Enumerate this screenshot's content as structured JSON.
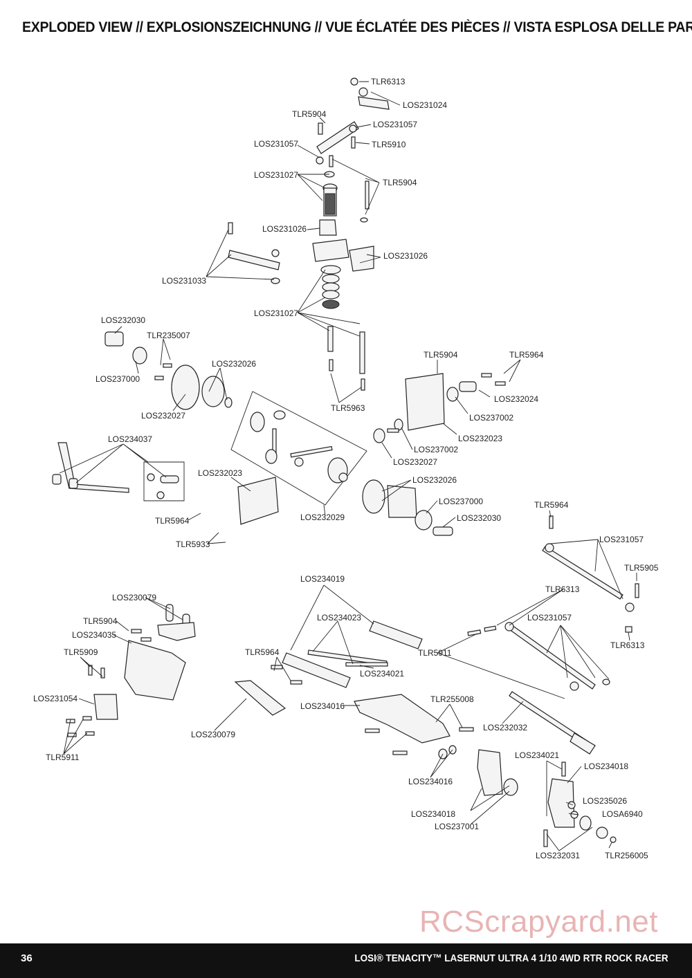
{
  "header": {
    "title": "EXPLODED VIEW // EXPLOSIONSZEICHNUNG // VUE ÉCLATÉE DES PIÈCES // VISTA ESPLOSA DELLE PARTI"
  },
  "part_labels": [
    "TLR6313",
    "LOS231024",
    "TLR5904",
    "LOS231057",
    "LOS231057",
    "TLR5910",
    "LOS231027",
    "TLR5904",
    "LOS231026",
    "LOS231026",
    "LOS231033",
    "LOS231027",
    "LOS232030",
    "TLR235007",
    "LOS232026",
    "LOS237000",
    "LOS232027",
    "TLR5963",
    "TLR5904",
    "TLR5964",
    "LOS232024",
    "LOS237002",
    "LOS232023",
    "LOS237002",
    "LOS232027",
    "LOS234037",
    "LOS232023",
    "LOS232026",
    "LOS237000",
    "LOS232030",
    "TLR5964",
    "LOS232029",
    "TLR5933",
    "TLR5964",
    "LOS231057",
    "TLR5905",
    "TLR6313",
    "TLR6313",
    "LOS234019",
    "LOS230079",
    "TLR5904",
    "LOS234035",
    "LOS234023",
    "LOS231057",
    "TLR5964",
    "TLR5911",
    "TLR5909",
    "LOS234021",
    "LOS231054",
    "TLR255008",
    "LOS234016",
    "LOS230079",
    "LOS232032",
    "TLR5911",
    "LOS234021",
    "LOS234018",
    "LOS234016",
    "LOS235026",
    "LOSA6940",
    "LOS234018",
    "LOS237001",
    "LOS232031",
    "TLR256005"
  ],
  "watermark": "RCScrapyard.net",
  "footer": {
    "page_number": "36",
    "product_title": "LOSI® TENACITY™ LASERNUT ULTRA 4 1/10 4WD RTR ROCK RACER"
  }
}
